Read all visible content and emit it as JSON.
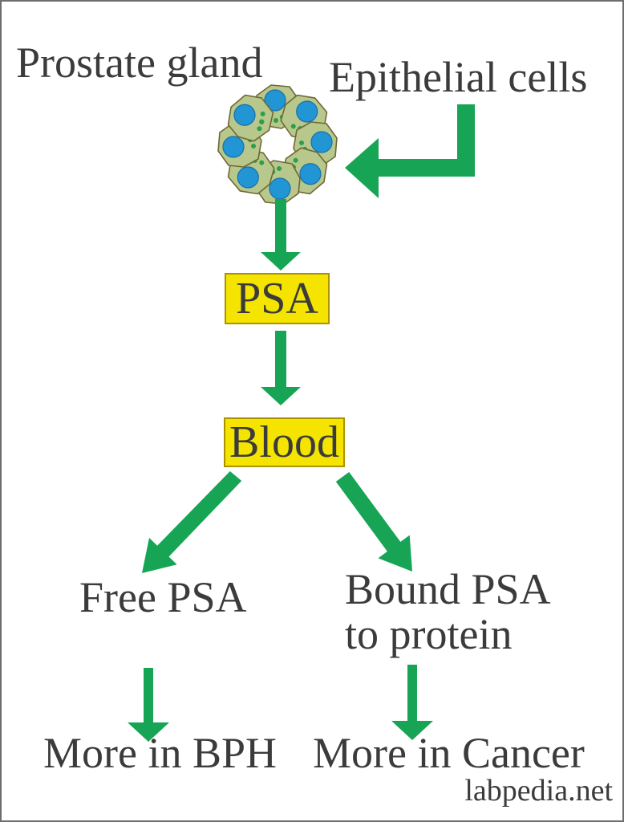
{
  "colors": {
    "page_border": "#6e6e6e",
    "text": "#3b3b3b",
    "arrow_green": "#17a455",
    "box_fill": "#f4e400",
    "box_border": "#ad9200",
    "cell_body": "#b8c88c",
    "cell_outline": "#6f6834",
    "nucleus": "#2295d5",
    "nucleus_rim": "#1a6fa8",
    "granule": "#2e9e49"
  },
  "labels": {
    "prostate_gland": "Prostate gland",
    "epithelial_cells": "Epithelial cells",
    "psa": "PSA",
    "blood": "Blood",
    "free_psa": "Free PSA",
    "bound_psa_line1": "Bound PSA",
    "bound_psa_line2": "to protein",
    "more_in_bph": "More in BPH",
    "more_in_cancer": "More in Cancer",
    "watermark": "labpedia.net"
  },
  "diagram": {
    "nodes": [
      "Prostate gland",
      "Epithelial cells",
      "PSA",
      "Blood",
      "Free PSA",
      "Bound PSA to protein",
      "More in BPH",
      "More in Cancer"
    ],
    "edges": [
      {
        "from": "Epithelial cells",
        "to": "Prostate gland cell ring"
      },
      {
        "from": "Prostate gland cell ring",
        "to": "PSA"
      },
      {
        "from": "PSA",
        "to": "Blood"
      },
      {
        "from": "Blood",
        "to": "Free PSA"
      },
      {
        "from": "Blood",
        "to": "Bound PSA to protein"
      },
      {
        "from": "Free PSA",
        "to": "More in BPH"
      },
      {
        "from": "Bound PSA to protein",
        "to": "More in Cancer"
      }
    ]
  }
}
